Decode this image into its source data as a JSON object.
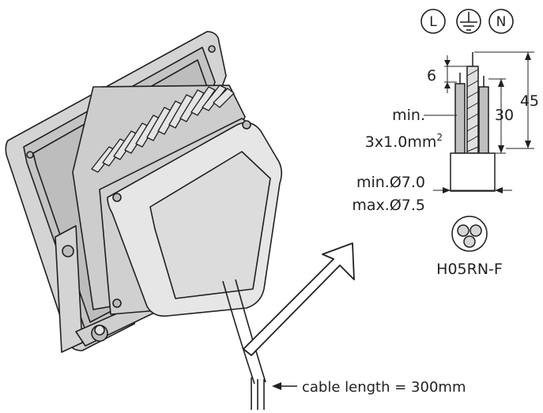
{
  "terminals": {
    "live": "L",
    "neutral": "N",
    "earth_icon": "earth-ground-icon"
  },
  "dimensions": {
    "strip_length": "6",
    "core_exposed": "30",
    "total_length": "45"
  },
  "conductor": {
    "line1": "min.",
    "line2": "3x1.0mm",
    "superscript": "2"
  },
  "cable_diameter": {
    "min": "min.Ø7.0",
    "max": "max.Ø7.5"
  },
  "cable_type": "H05RN-F",
  "cable_length_label": "cable length = 300mm",
  "colors": {
    "ink": "#231f20",
    "housing": "#d4d4d4",
    "housing_dark": "#bdbdbd",
    "sheath": "#c8c8c8",
    "core_fill": "#d9d9d9"
  }
}
